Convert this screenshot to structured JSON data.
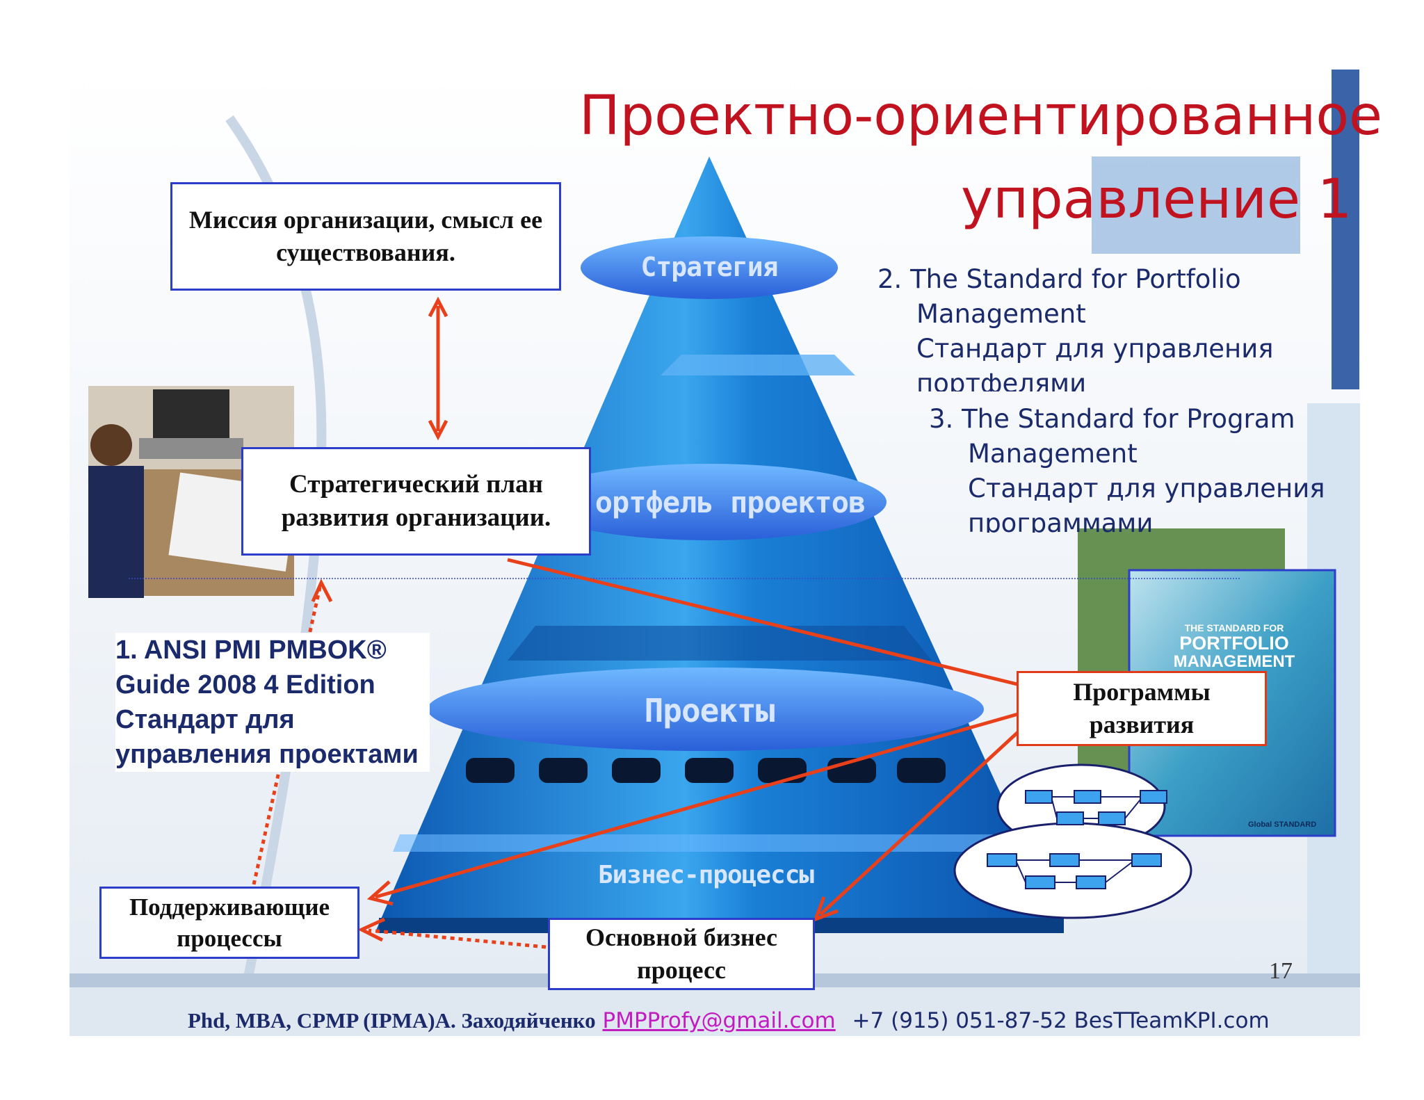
{
  "title": {
    "line1": "Проектно-ориентированное",
    "line2": "управление 1"
  },
  "boxes": {
    "mission": "Миссия организации, смысл ее существования.",
    "strategic_plan": "Стратегический план развития организации.",
    "programs": "Программы развития",
    "supporting": "Поддерживающие процессы",
    "core_process": "Основной бизнес процесс"
  },
  "pyramid": {
    "strategy": "Стратегия",
    "portfolio": "ортфель проектов",
    "projects": "Проекты",
    "business_processes": "Бизнес-процессы"
  },
  "standards": {
    "portfolio": {
      "number": "2.",
      "line1": "The Standard for Portfolio",
      "line2": "Management",
      "line3": "Стандарт для управления",
      "line4": "портфелями"
    },
    "program": {
      "number": "3.",
      "line1": "The Standard for Program",
      "line2": "Management",
      "line3": "Стандарт для управления",
      "line4": "программами"
    },
    "pmbok": {
      "line1": "1. ANSI PMI PMBOK®",
      "line2": "Guide 2008 4 Edition",
      "line3": "Стандарт для",
      "line4": "управления проектами"
    }
  },
  "book": {
    "line1": "THE STANDARD FOR",
    "line2": "PORTFOLIO",
    "line3": "MANAGEMENT",
    "badge": "Global STANDARD"
  },
  "page_number": "17",
  "footer": {
    "author": "Phd, MBA, CPMP (IPMA)А. Заходяйченко",
    "email": "PMPProfy@gmail.com",
    "contact": "+7 (915) 051-87-52 BesTTeamKPI.com"
  },
  "colors": {
    "title": "#c0121f",
    "arrow": "#e8401a",
    "box_border": "#2c3ec9",
    "pyramid": "#1a7fd6"
  }
}
